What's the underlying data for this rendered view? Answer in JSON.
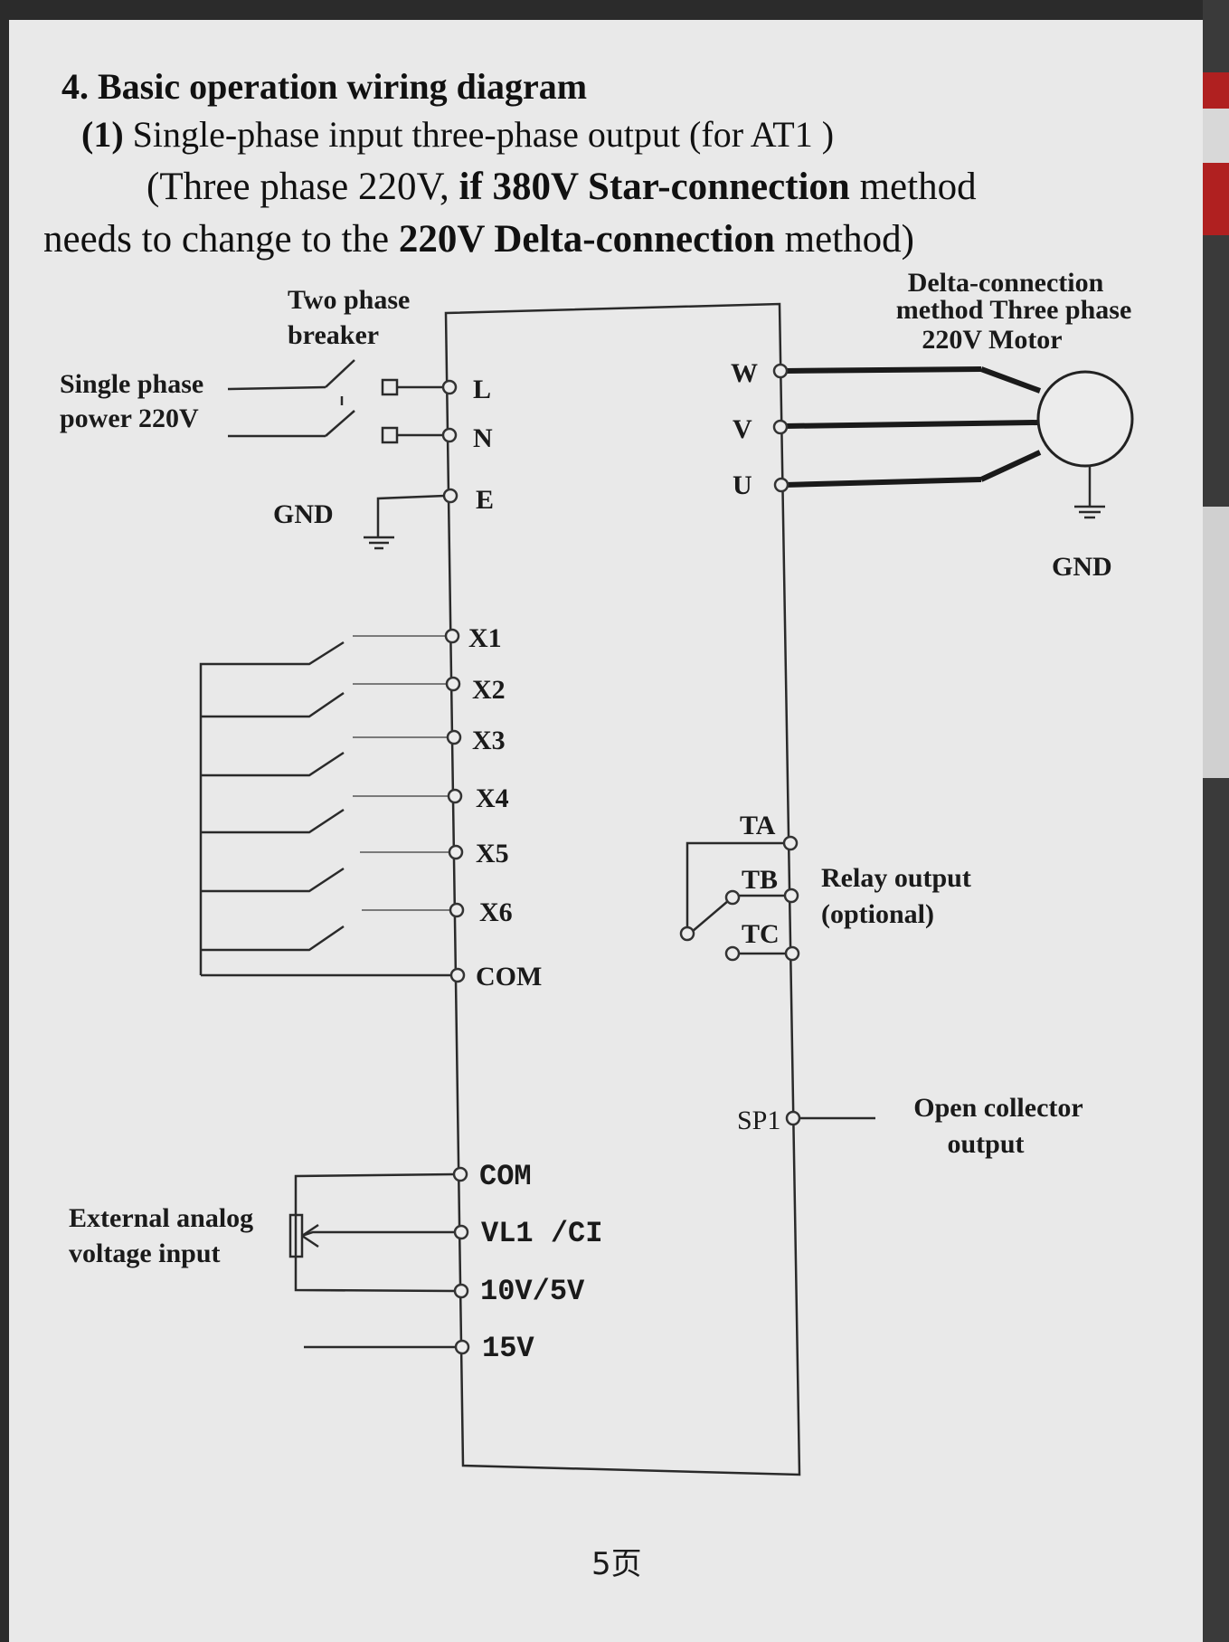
{
  "heading": {
    "title": "4. Basic operation wiring diagram",
    "subtitle_num": "(1)",
    "subtitle_text": "Single-phase input three-phase output (for AT1 )",
    "note_1a": "(Three phase 220V,",
    "note_1b": "if 380V Star-connection",
    "note_1c": "method",
    "note_2a": "needs to change to the",
    "note_2b": "220V Delta-connection",
    "note_2c": "method)"
  },
  "labels": {
    "breaker_1": "Two phase",
    "breaker_2": "breaker",
    "power_1": "Single phase",
    "power_2": "power 220V",
    "gnd_left": "GND",
    "motor_1": "Delta-connection",
    "motor_2": "method Three phase",
    "motor_3": "220V Motor",
    "gnd_right": "GND",
    "relay_1": "Relay output",
    "relay_2": "(optional)",
    "oc_1": "Open collector",
    "oc_2": "output",
    "analog_1": "External analog",
    "analog_2": "voltage input"
  },
  "terminals": {
    "L": "L",
    "N": "N",
    "E": "E",
    "W": "W",
    "V": "V",
    "U": "U",
    "X1": "X1",
    "X2": "X2",
    "X3": "X3",
    "X4": "X4",
    "X5": "X5",
    "X6": "X6",
    "COM1": "COM",
    "TA": "TA",
    "TB": "TB",
    "TC": "TC",
    "SP1": "SP1",
    "COM2": "COM",
    "VL1": "VL1 /CI",
    "V10": "10V/5V",
    "V15": "15V"
  },
  "footer": {
    "page": "5页"
  }
}
